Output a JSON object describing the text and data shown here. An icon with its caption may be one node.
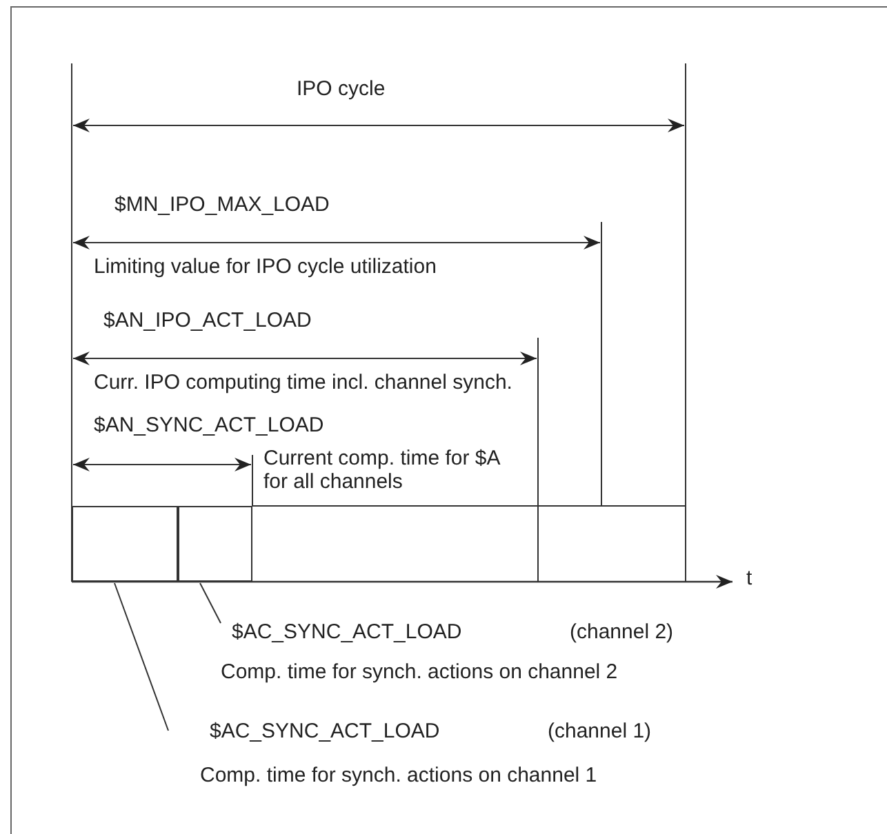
{
  "diagram": {
    "nodes": [
      {
        "text": [],
        "shape": "box"
      },
      {
        "text": [],
        "shape": "box"
      },
      {
        "text": [
          "$AC_SYNC_ACT_LOAD",
          "(channel 2)",
          "Comp. time for synch. actions on channel 2"
        ]
      },
      {
        "text": [
          "$AC_SYNC_ACT_LOAD",
          "(channel 1)",
          "Comp. time for synch. actions on channel 1"
        ]
      }
    ],
    "edges": [
      {
        "from": 2,
        "to": 1,
        "arrow": "none"
      },
      {
        "from": 3,
        "to": 0,
        "arrow": "none"
      }
    ],
    "labels": [
      "IPO cycle",
      "$MN_IPO_MAX_LOAD",
      "Limiting value for IPO cycle utilization",
      "$AN_IPO_ACT_LOAD",
      "Curr. IPO computing time incl. channel synch.",
      "$AN_SYNC_ACT_LOAD",
      "Current comp. time for $A for all channels",
      "t"
    ]
  }
}
